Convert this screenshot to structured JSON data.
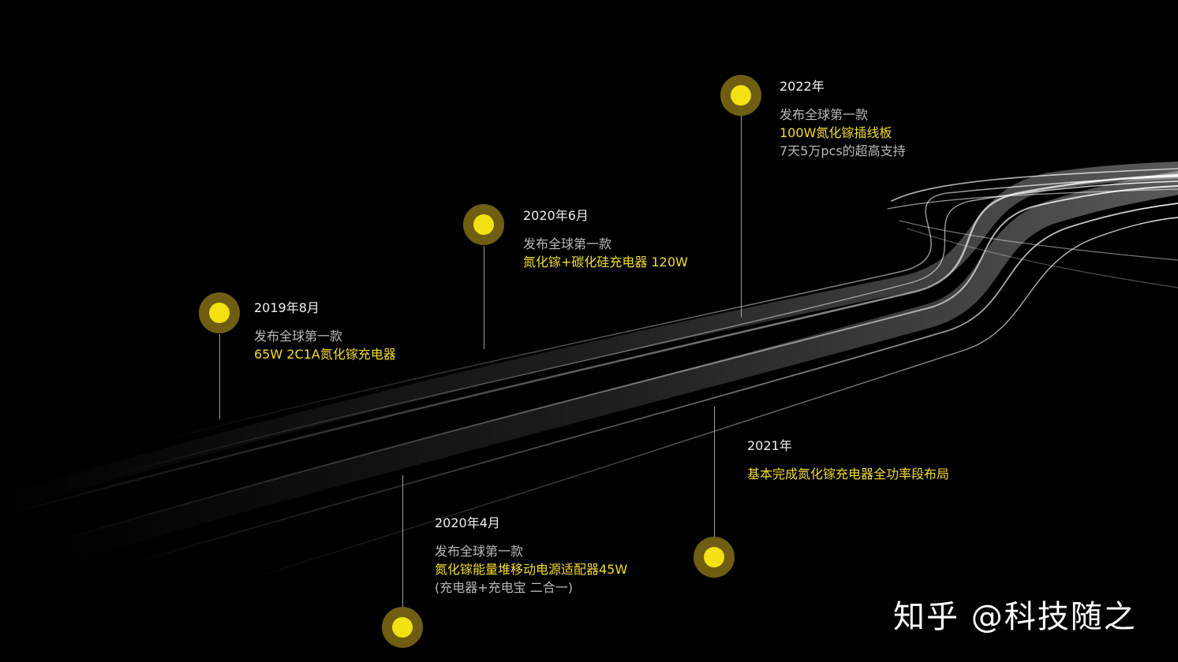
{
  "milestones": [
    {
      "id": "2019-08",
      "date": "2019年8月",
      "lines": [
        {
          "text": "发布全球第一款",
          "style": "muted"
        },
        {
          "text": "65W 2C1A氮化镓充电器",
          "style": "highlight"
        }
      ]
    },
    {
      "id": "2020-06",
      "date": "2020年6月",
      "lines": [
        {
          "text": "发布全球第一款",
          "style": "muted"
        },
        {
          "text": "氮化镓+碳化硅充电器 120W",
          "style": "highlight"
        }
      ]
    },
    {
      "id": "2022",
      "date": "2022年",
      "lines": [
        {
          "text": "发布全球第一款",
          "style": "muted"
        },
        {
          "text": "100W氮化镓插线板",
          "style": "highlight"
        },
        {
          "text": "7天5万pcs的超高支持",
          "style": "muted"
        }
      ]
    },
    {
      "id": "2020-04",
      "date": "2020年4月",
      "lines": [
        {
          "text": "发布全球第一款",
          "style": "muted"
        },
        {
          "text": "氮化镓能量堆移动电源适配器45W",
          "style": "highlight"
        },
        {
          "text": "(充电器+充电宝 二合一)",
          "style": "muted"
        }
      ]
    },
    {
      "id": "2021",
      "date": "2021年",
      "lines": [
        {
          "text": "基本完成氮化镓充电器全功率段布局",
          "style": "highlight"
        }
      ]
    }
  ],
  "watermark": "知乎 @科技随之",
  "colors": {
    "background": "#000000",
    "accent_yellow": "#f4e113",
    "highlight_text": "#f3dc2b",
    "muted_text": "#b9b9b9",
    "node_ring": "#6f5e12"
  }
}
